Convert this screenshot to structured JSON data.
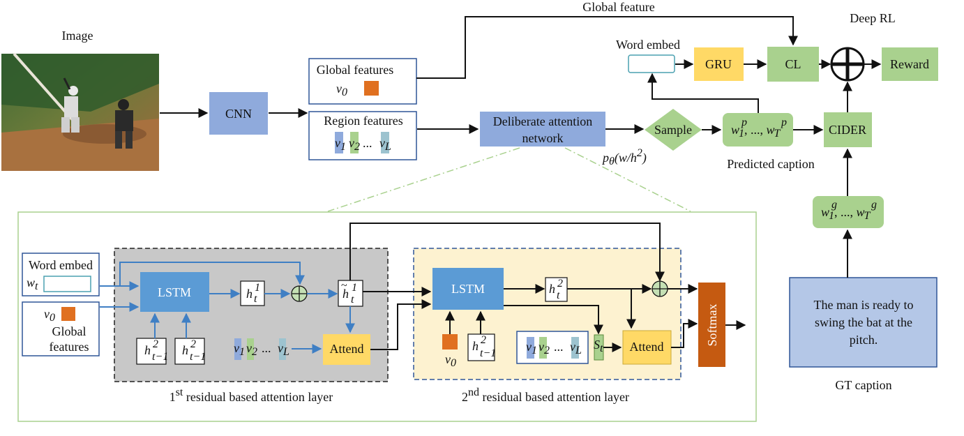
{
  "image_label": "Image",
  "cnn_label": "CNN",
  "global_features_label": "Global features",
  "v0_label": "v",
  "v0_sub": "0",
  "region_features_label": "Region features",
  "v_labels": {
    "v1": "v",
    "v1_sub": "1",
    "v2": "v",
    "v2_sub": "2",
    "ellipsis": "...",
    "vL": "v",
    "vL_sub": "L"
  },
  "global_feature_label": "Global feature",
  "deep_rl_label": "Deep RL",
  "word_embed_label": "Word embed",
  "gru_label": "GRU",
  "cl_label": "CL",
  "reward_label": "Reward",
  "deliberate_label_1": "Deliberate attention",
  "deliberate_label_2": "network",
  "p_theta_label": "p",
  "p_theta_sub": "θ",
  "p_theta_args": "(w/h",
  "p_theta_sup": "2",
  "p_theta_close": ")",
  "sample_label": "Sample",
  "predicted_caption_seq": {
    "w1": "w",
    "w1_sub": "1",
    "w1_sup": "p",
    "mid": ", ..., ",
    "wT": "w",
    "wT_sub": "T",
    "wT_sup": "p"
  },
  "predicted_caption_label": "Predicted caption",
  "cider_label": "CIDER",
  "gt_seq": {
    "w1": "w",
    "w1_sub": "1",
    "w1_sup": "g",
    "mid": ", ..., ",
    "wT": "w",
    "wT_sub": "T",
    "wT_sup": "g"
  },
  "gt_caption_text": [
    "The man is ready to",
    "swing the bat at the",
    "pitch."
  ],
  "gt_caption_label": "GT caption",
  "detail": {
    "word_embed_label": "Word embed",
    "wt": "w",
    "wt_sub": "t",
    "global_label_1": "Global",
    "global_label_2": "features",
    "lstm_label": "LSTM",
    "attend_label": "Attend",
    "softmax_label": "Softmax",
    "h": "h",
    "t": "t",
    "one": "1",
    "two": "2",
    "t_minus_1": "t−1",
    "s": "S",
    "layer1_ord": "1",
    "layer1_sup": "st",
    "layer1_rest": " residual based attention layer",
    "layer2_ord": "2",
    "layer2_sup": "nd",
    "layer2_rest": " residual based attention layer"
  },
  "colors": {
    "cnn_blue": "#8faadc",
    "lstm_blue": "#5b9bd5",
    "green": "#a9d18e",
    "yellow": "#ffd966",
    "orange": "#e07020",
    "softmax_orange": "#c55a11",
    "gt_blue": "#b4c7e7",
    "layer1_gray": "#c8c8c8",
    "layer2_cream": "#fdf2d0"
  }
}
